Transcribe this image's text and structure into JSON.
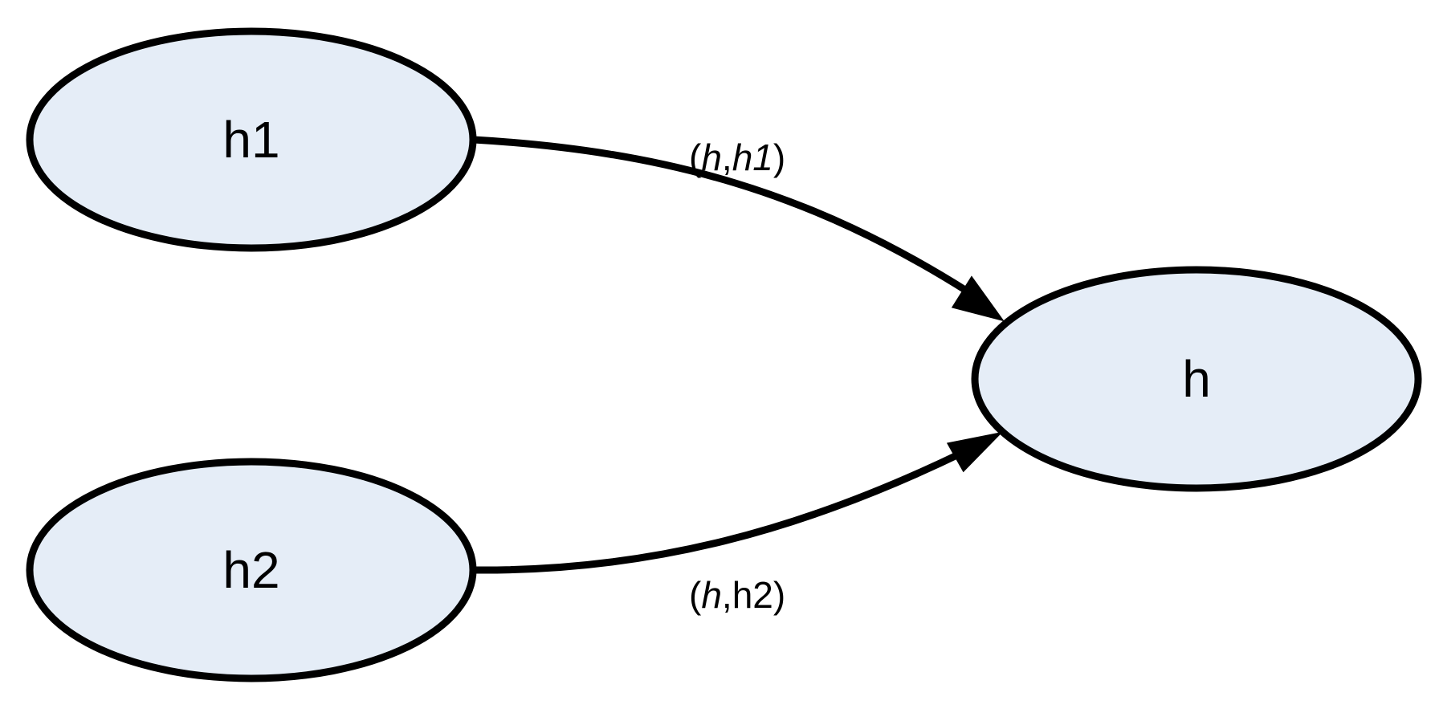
{
  "nodes": {
    "h1": {
      "label": "h1"
    },
    "h2": {
      "label": "h2"
    },
    "h": {
      "label": "h"
    }
  },
  "edges": {
    "h1_to_h": {
      "label_open": "(",
      "label_var1": "h",
      "label_sep": ",",
      "label_var2": "h1",
      "label_close": ")"
    },
    "h2_to_h": {
      "label_open": "(",
      "label_var1": "h",
      "label_sep": ",",
      "label_var2": "h2",
      "label_close": ")"
    }
  },
  "colors": {
    "node_fill": "#e5edf7",
    "stroke": "#000000"
  }
}
